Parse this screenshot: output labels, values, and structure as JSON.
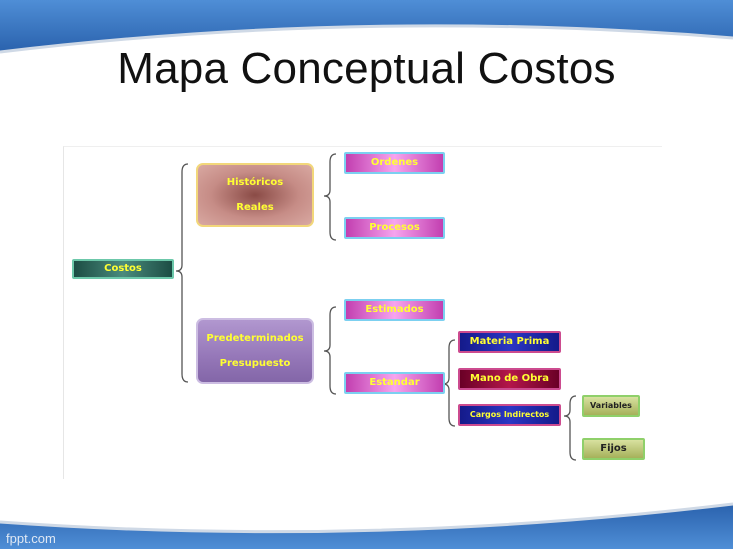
{
  "slide": {
    "title": "Mapa Conceptual Costos",
    "watermark": "fppt.com"
  },
  "colors": {
    "band_blue": "#2f6db5",
    "node_text": "#ffff33",
    "bracket": "#555555"
  },
  "diagram": {
    "root": "Costos",
    "historicos": {
      "line1": "Históricos",
      "line2": "Reales"
    },
    "predeterminados": {
      "line1": "Predeterminados",
      "line2": "Presupuesto"
    },
    "ordenes": "Ordenes",
    "procesos": "Procesos",
    "estimados": "Estimados",
    "estandar": "Estandar",
    "materia_prima": "Materia Prima",
    "mano_de_obra": "Mano de Obra",
    "cargos_indirectos": "Cargos Indirectos",
    "variables": "Variables",
    "fijos": "Fijos"
  }
}
